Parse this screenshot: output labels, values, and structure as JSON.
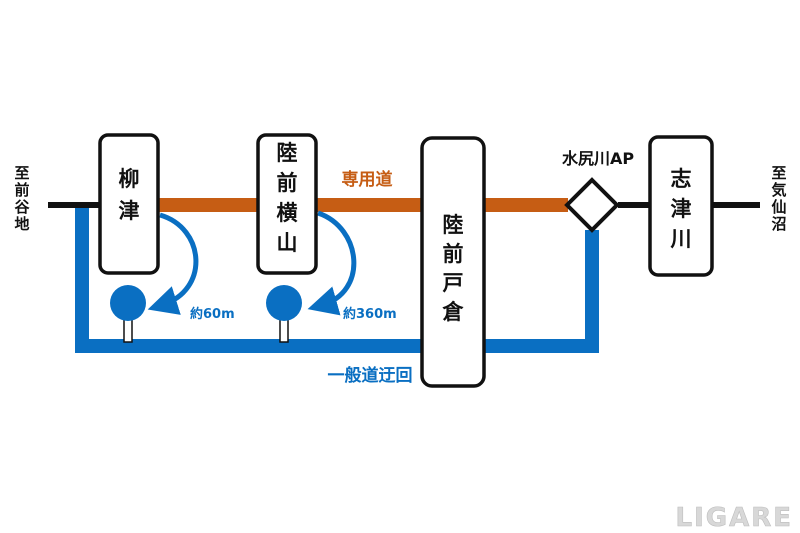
{
  "colors": {
    "brt_route": "#c65d14",
    "detour_route": "#0a6fc2",
    "line": "#111111",
    "station_fill": "#ffffff",
    "station_stroke": "#111111",
    "logo": "#d8d8d8"
  },
  "destinations": {
    "west": "至前谷地",
    "east": "至気仙沼"
  },
  "stations": {
    "yanaizu": "柳津",
    "rikuzen_yokoyama": "陸前横山",
    "rikuzen_toyoma": "陸前戸倉",
    "shizugawa": "志津川"
  },
  "access_point": "水尻川AP",
  "routes": {
    "dedicated": "専用道",
    "detour": "一般道迂回"
  },
  "distances": {
    "yanaizu_stop": "約60m",
    "yokoyama_stop": "約360m"
  },
  "icons": {
    "bus_stop": "bus-stop-icon",
    "arrow": "curved-arrow-icon"
  },
  "logo_text": "LIGARE"
}
